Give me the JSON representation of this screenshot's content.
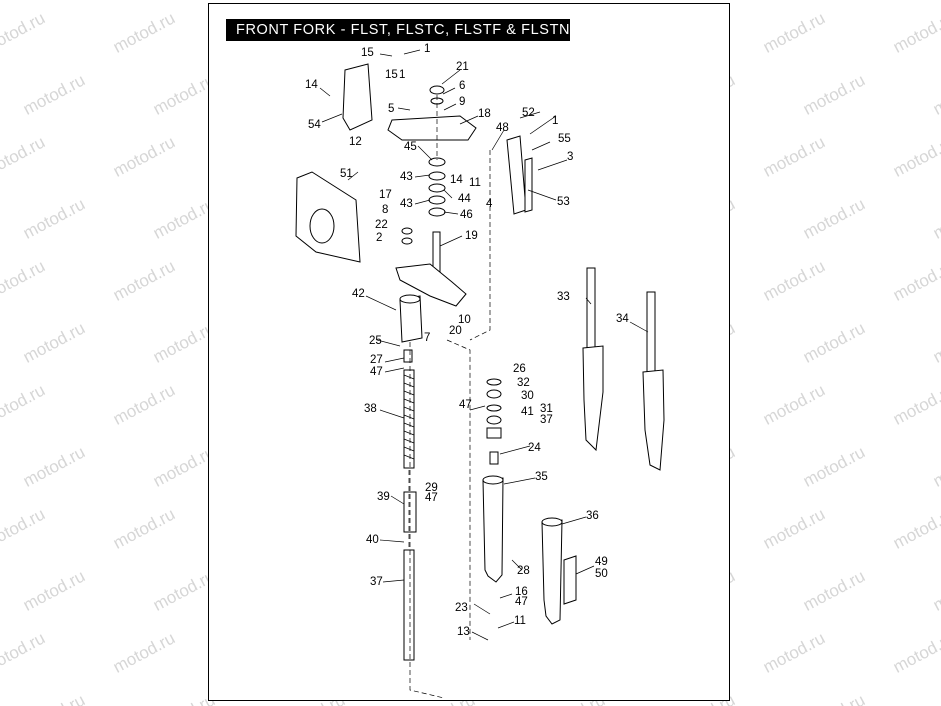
{
  "title": "FRONT FORK - FLST, FLSTC, FLSTF & FLSTN",
  "watermark": "motod.ru",
  "callouts": [
    "1",
    "2",
    "3",
    "4",
    "5",
    "6",
    "7",
    "8",
    "9",
    "10",
    "11",
    "12",
    "13",
    "14",
    "15",
    "16",
    "17",
    "18",
    "19",
    "20",
    "21",
    "22",
    "23",
    "24",
    "25",
    "26",
    "27",
    "28",
    "29",
    "30",
    "31",
    "32",
    "33",
    "34",
    "35",
    "36",
    "37",
    "38",
    "39",
    "40",
    "41",
    "42",
    "43",
    "44",
    "45",
    "46",
    "47",
    "48",
    "49",
    "50",
    "51",
    "52",
    "53",
    "54",
    "55"
  ],
  "colors": {
    "ink": "#000000",
    "paper": "#ffffff",
    "watermark": "#c9c9c9"
  }
}
